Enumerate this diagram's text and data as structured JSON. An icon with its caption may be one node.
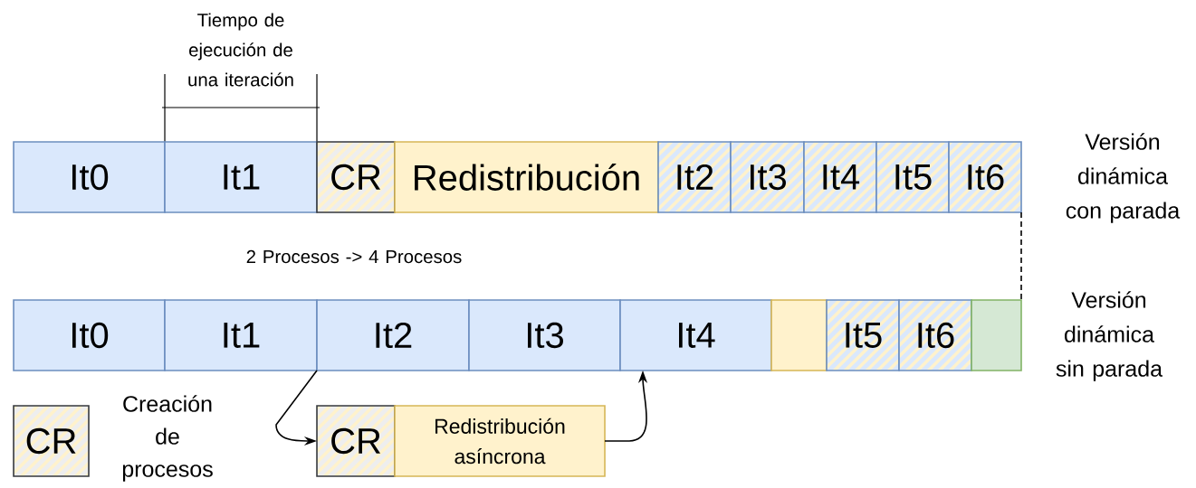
{
  "diagram": {
    "nodes": [
      {
        "text": [
          "It0"
        ]
      },
      {
        "text": [
          "It1"
        ]
      },
      {
        "text": [
          "CR"
        ]
      },
      {
        "text": [
          "Redistribución"
        ]
      },
      {
        "text": [
          "It2"
        ]
      },
      {
        "text": [
          "It3"
        ]
      },
      {
        "text": [
          "It4"
        ]
      },
      {
        "text": [
          "It5"
        ]
      },
      {
        "text": [
          "It6"
        ]
      },
      {
        "text": [
          "It0"
        ]
      },
      {
        "text": [
          "It1"
        ]
      },
      {
        "text": [
          "It2"
        ]
      },
      {
        "text": [
          "It3"
        ]
      },
      {
        "text": [
          "It4"
        ]
      },
      {
        "text": [],
        "shape": "box"
      },
      {
        "text": [
          "It5"
        ]
      },
      {
        "text": [
          "It6"
        ]
      },
      {
        "text": [],
        "shape": "box"
      },
      {
        "text": [
          "CR"
        ],
        "beside": [
          "Creación de procesos"
        ]
      },
      {
        "text": [
          "CR"
        ]
      },
      {
        "text": [
          "Redistribución asíncrona"
        ]
      }
    ],
    "edges": [
      {
        "from": 8,
        "to": 17,
        "arrow": "none",
        "style": "dashed"
      },
      {
        "from": 11,
        "to": 19,
        "arrow": "to"
      },
      {
        "from": 20,
        "to": 13,
        "arrow": "to"
      }
    ],
    "labels": [
      "Tiempo de ejecución de una iteración",
      "Versión dinámica con parada",
      "2 Procesos -> 4 Procesos",
      "Versión dinámica sin parada"
    ]
  }
}
